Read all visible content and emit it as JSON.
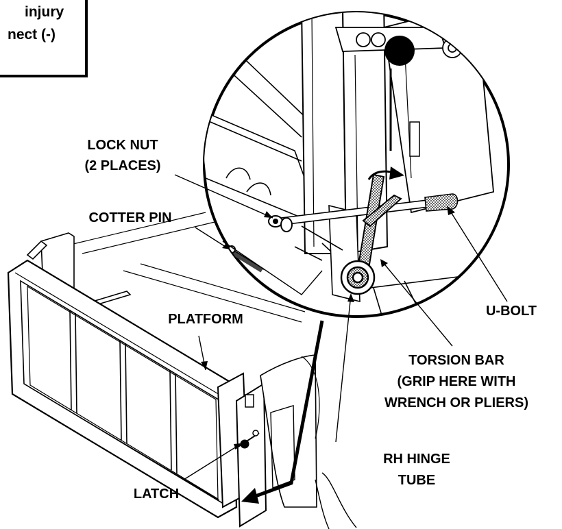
{
  "warning_box": {
    "line1": "injury",
    "line2": "nect (-)"
  },
  "labels": {
    "lock_nut_line1": "LOCK NUT",
    "lock_nut_line2": "(2 PLACES)",
    "cotter_pin": "COTTER PIN",
    "platform": "PLATFORM",
    "u_bolt": "U-BOLT",
    "torsion_bar_line1": "TORSION BAR",
    "torsion_bar_line2": "(GRIP HERE WITH",
    "torsion_bar_line3": "WRENCH OR PLIERS)",
    "rh_hinge_tube_line1": "RH HINGE",
    "rh_hinge_tube_line2": "TUBE",
    "latch": "LATCH"
  },
  "colors": {
    "ink": "#000000",
    "paper": "#ffffff",
    "stipple": "#9a9a9a"
  }
}
